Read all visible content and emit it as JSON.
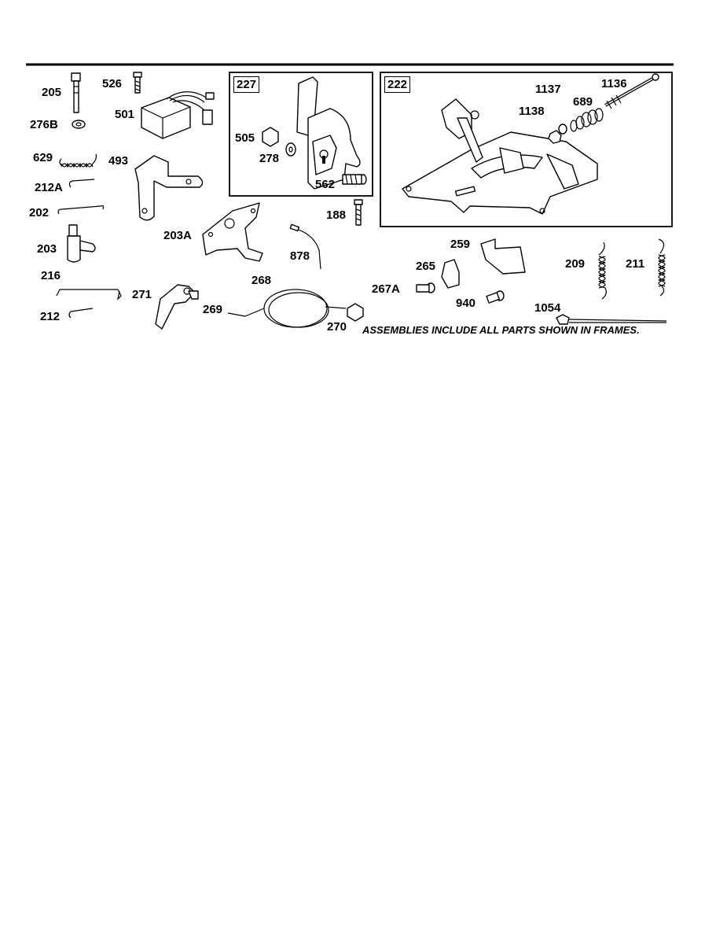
{
  "frames": [
    {
      "number": "227"
    },
    {
      "number": "222"
    }
  ],
  "labels": {
    "p205": "205",
    "p526": "526",
    "p501": "501",
    "p276B": "276B",
    "p629": "629",
    "p493": "493",
    "p212A": "212A",
    "p202": "202",
    "p203": "203",
    "p203A": "203A",
    "p216": "216",
    "p271": "271",
    "p212": "212",
    "p268": "268",
    "p269": "269",
    "p270": "270",
    "p878": "878",
    "p188": "188",
    "p505": "505",
    "p278": "278",
    "p562": "562",
    "p1137": "1137",
    "p1136": "1136",
    "p689": "689",
    "p1138": "1138",
    "p259": "259",
    "p265": "265",
    "p267A": "267A",
    "p940": "940",
    "p209": "209",
    "p211": "211",
    "p1054": "1054"
  },
  "note": "ASSEMBLIES INCLUDE ALL PARTS SHOWN IN FRAMES."
}
